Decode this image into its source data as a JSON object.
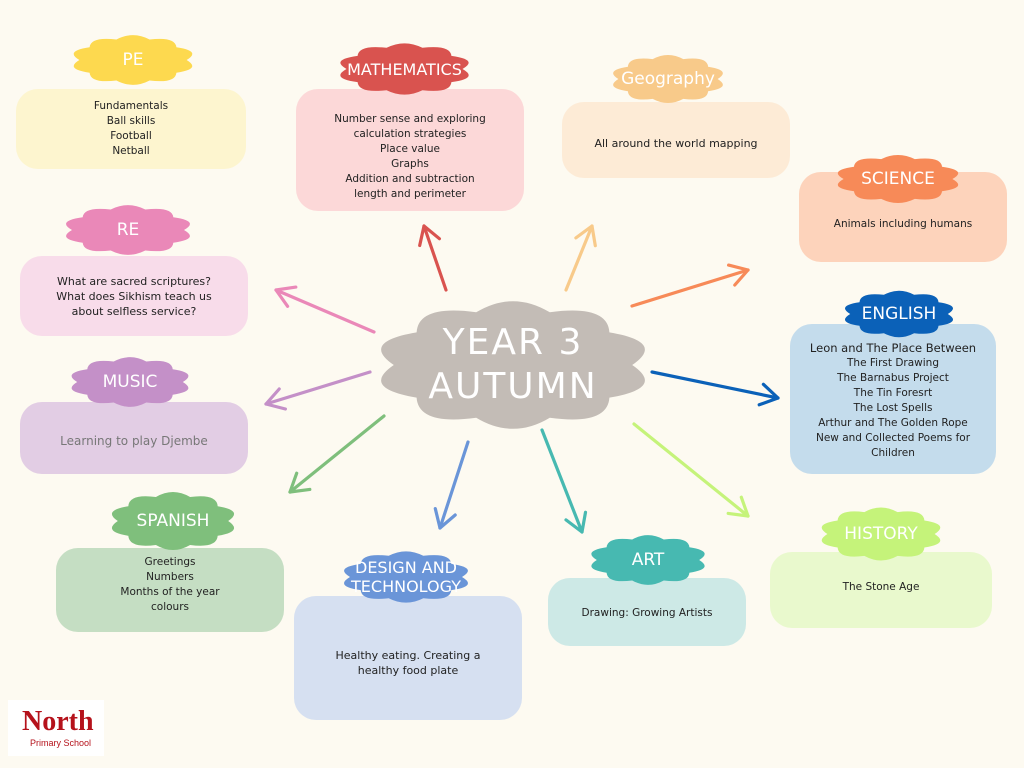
{
  "center": {
    "title": "YEAR 3\nAUTUMN",
    "color": "#c3bcb6"
  },
  "subjects": {
    "pe": {
      "title": "PE",
      "items": [
        "Fundamentals",
        "Ball skills",
        "Football",
        "Netball"
      ],
      "cloud_color": "#fdd94f",
      "box_color": "#fdf5cf"
    },
    "maths": {
      "title": "MATHEMATICS",
      "items": [
        "Number sense and exploring",
        "calculation strategies",
        "Place value",
        "Graphs",
        "Addition and subtraction",
        "length and perimeter"
      ],
      "cloud_color": "#d9534f",
      "box_color": "#fcd8d8"
    },
    "geography": {
      "title": "Geography",
      "items": [
        "All around the world mapping"
      ],
      "cloud_color": "#f8ca8a",
      "box_color": "#fdebd6"
    },
    "science": {
      "title": "SCIENCE",
      "items": [
        "Animals including humans"
      ],
      "cloud_color": "#f78a58",
      "box_color": "#fdd3bb"
    },
    "re": {
      "title": "RE",
      "items": [
        "What are sacred scriptures?",
        "What does Sikhism teach us",
        "about selfless service?"
      ],
      "cloud_color": "#ea88b8",
      "box_color": "#f8dcea"
    },
    "english": {
      "title": "ENGLISH",
      "items": [
        "Leon and The Place Between",
        "The First Drawing",
        "The Barnabus Project",
        "The Tin Foresrt",
        "The Lost Spells",
        "Arthur and The Golden Rope",
        "New and Collected Poems for",
        "Children"
      ],
      "cloud_color": "#0b61b8",
      "box_color": "#c4dcec"
    },
    "music": {
      "title": "MUSIC",
      "items": [
        "Learning to play Djembe"
      ],
      "cloud_color": "#c490c8",
      "box_color": "#e2cde4"
    },
    "spanish": {
      "title": "SPANISH",
      "items": [
        "Greetings",
        "Numbers",
        "Months of the year",
        "colours"
      ],
      "cloud_color": "#7fbf7c",
      "box_color": "#c5dec3"
    },
    "dt": {
      "title": "DESIGN AND\nTECHNOLOGY",
      "items": [
        "Healthy eating. Creating a",
        "healthy food plate"
      ],
      "cloud_color": "#6a95d8",
      "box_color": "#d6e0f1"
    },
    "art": {
      "title": "ART",
      "items": [
        "Drawing: Growing Artists"
      ],
      "cloud_color": "#47b9b1",
      "box_color": "#cde9e6"
    },
    "history": {
      "title": "HISTORY",
      "items": [
        "The Stone Age"
      ],
      "cloud_color": "#c5f37a",
      "box_color": "#e9f9cd"
    }
  },
  "logo": {
    "big": "North",
    "small": "Primary School",
    "color": "#b5121b"
  }
}
